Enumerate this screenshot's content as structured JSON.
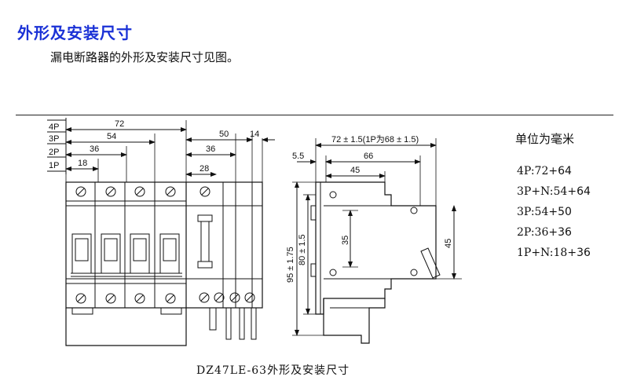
{
  "heading": "外形及安装尺寸",
  "intro": "漏电断路器的外形及安装尺寸见图。",
  "front_view": {
    "pole_labels": [
      "4P",
      "3P",
      "2P",
      "1P"
    ],
    "width_dims": [
      "72",
      "54",
      "36",
      "18"
    ],
    "leakage_dims": [
      "50",
      "14",
      "36",
      "28"
    ]
  },
  "side_view": {
    "top_dim": "72 ± 1.5(1P为68 ± 1.5)",
    "dims": [
      "5.5",
      "66",
      "45"
    ],
    "height_outer": "95 ± 1.75",
    "height_inner": "80 ± 1.5",
    "rail_height": "35",
    "right_height": "45"
  },
  "units": {
    "title": "单位为毫米",
    "formulas": [
      {
        "label": "4P:72+",
        "value": "64"
      },
      {
        "label": "3P+N:54+",
        "value": "64"
      },
      {
        "label": "3P:54+",
        "value": "50"
      },
      {
        "label": "2P:36+",
        "value": "36"
      },
      {
        "label": "1P+N:18+",
        "value": "36"
      }
    ]
  },
  "caption": {
    "model": "DZ47LE-63",
    "text": "外形及安装尺寸"
  }
}
